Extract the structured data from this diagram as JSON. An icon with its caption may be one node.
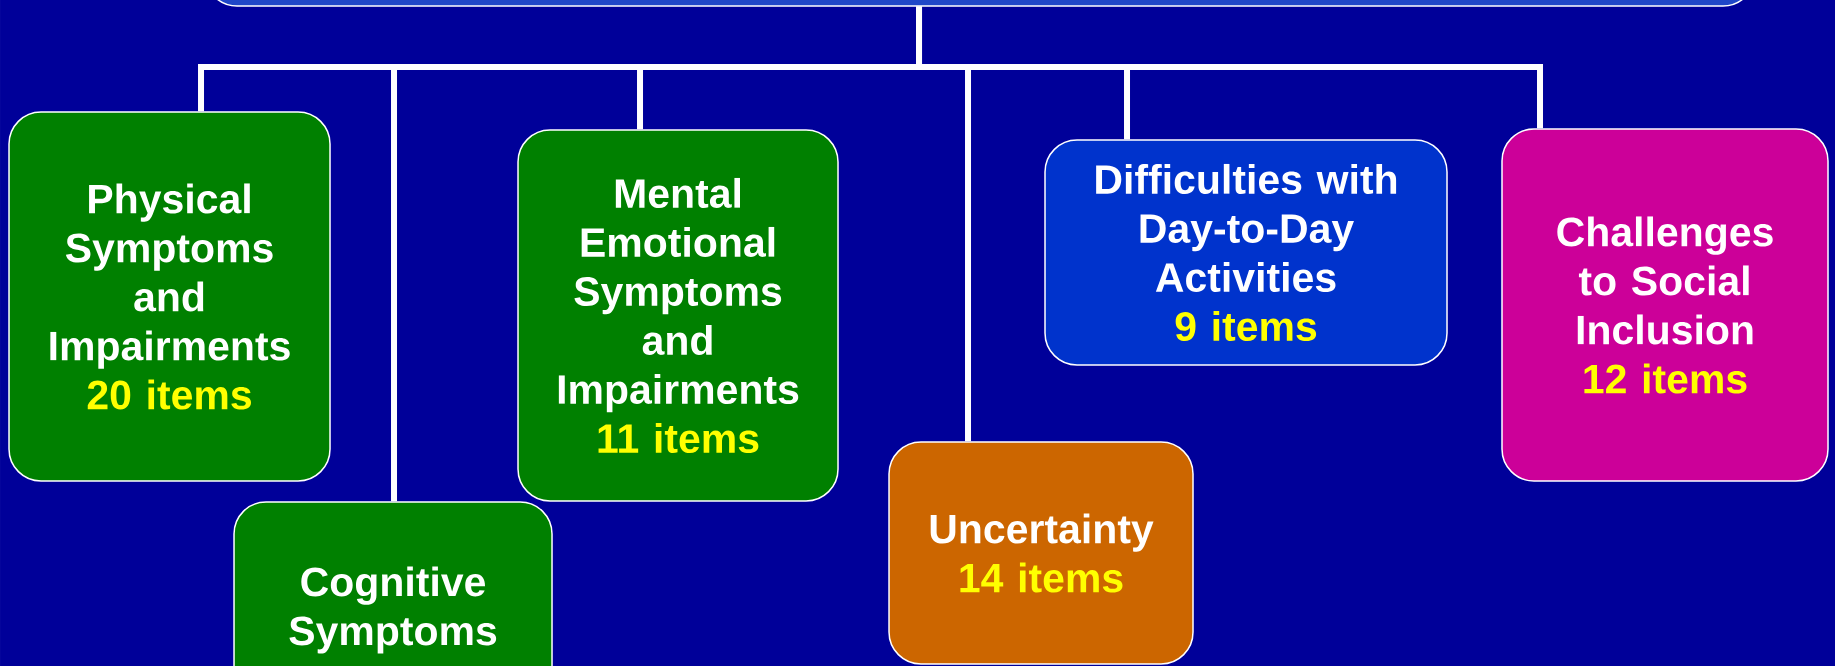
{
  "diagram": {
    "nodes": [
      {
        "text": [],
        "shape": "box"
      },
      {
        "text": [
          "Physical Symptoms and Impairments",
          "20 items"
        ]
      },
      {
        "text": [
          "Cognitive Symptoms"
        ]
      },
      {
        "text": [
          "Mental Emotional Symptoms and Impairments",
          "11 items"
        ]
      },
      {
        "text": [
          "Uncertainty",
          "14 items"
        ]
      },
      {
        "text": [
          "Difficulties with Day-to-Day Activities",
          "9 items"
        ]
      },
      {
        "text": [
          "Challenges to Social Inclusion",
          "12 items"
        ]
      }
    ],
    "edges": [
      {
        "from": 0,
        "to": 1,
        "arrow": "none"
      },
      {
        "from": 0,
        "to": 2,
        "arrow": "none"
      },
      {
        "from": 0,
        "to": 3,
        "arrow": "none"
      },
      {
        "from": 0,
        "to": 4,
        "arrow": "none"
      },
      {
        "from": 0,
        "to": 5,
        "arrow": "none"
      },
      {
        "from": 0,
        "to": 6,
        "arrow": "none"
      }
    ]
  }
}
